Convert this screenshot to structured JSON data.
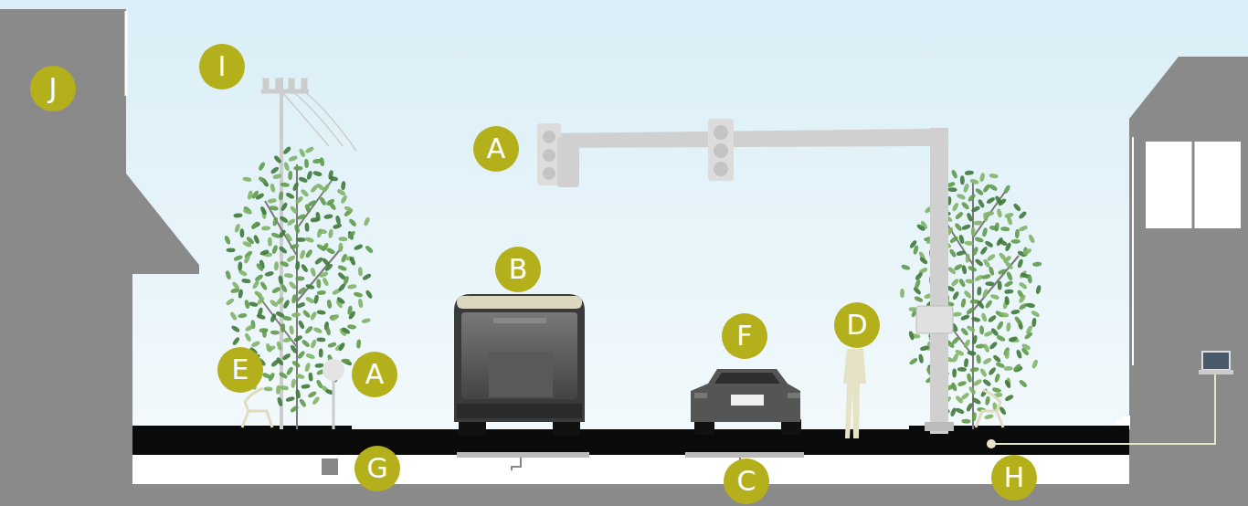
{
  "diagram": {
    "labels": [
      "J",
      "I",
      "A",
      "B",
      "F",
      "D",
      "E",
      "A",
      "G",
      "C",
      "H"
    ]
  }
}
